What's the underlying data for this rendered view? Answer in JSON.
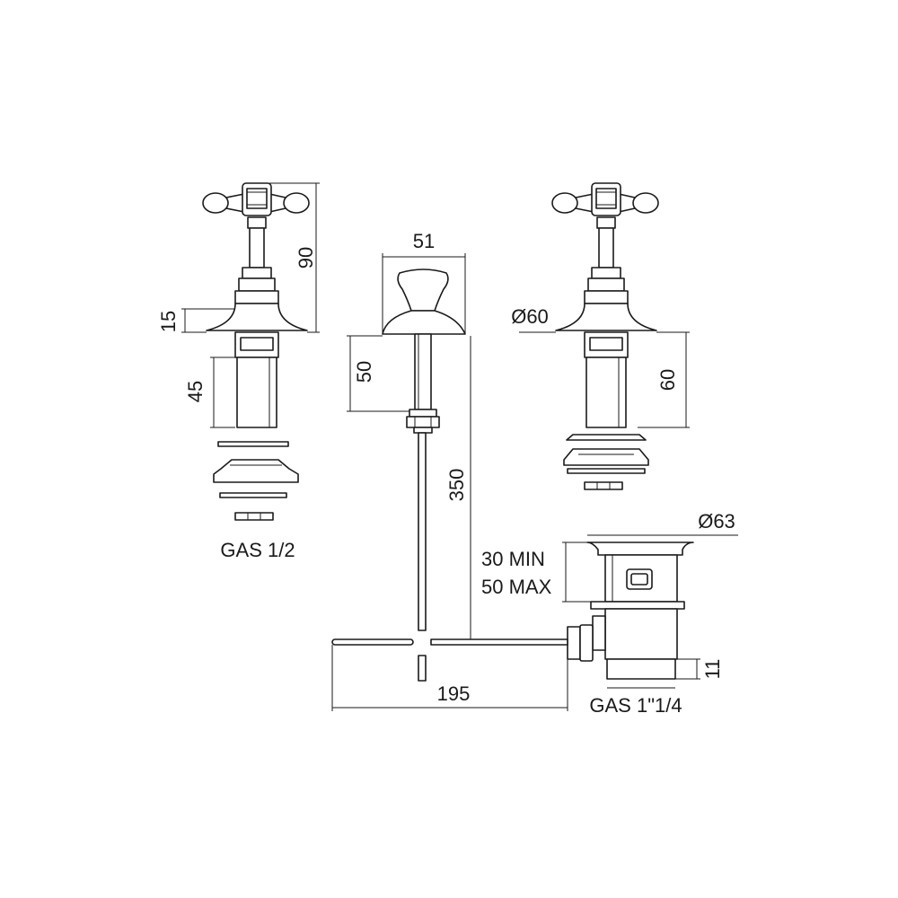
{
  "dimensions": {
    "handle_height": "90",
    "collar_height": "15",
    "shank_length": "45",
    "inlet_thread": "GAS 1/2",
    "lever_width": "51",
    "lever_height": "50",
    "rod_length": "350",
    "flange_diameter": "Ø60",
    "body_length": "60",
    "waste_diameter": "Ø63",
    "thickness_min": "30 MIN",
    "thickness_max": "50 MAX",
    "tail_height": "11",
    "rod_reach": "195",
    "waste_thread": "GAS 1\"1/4"
  }
}
